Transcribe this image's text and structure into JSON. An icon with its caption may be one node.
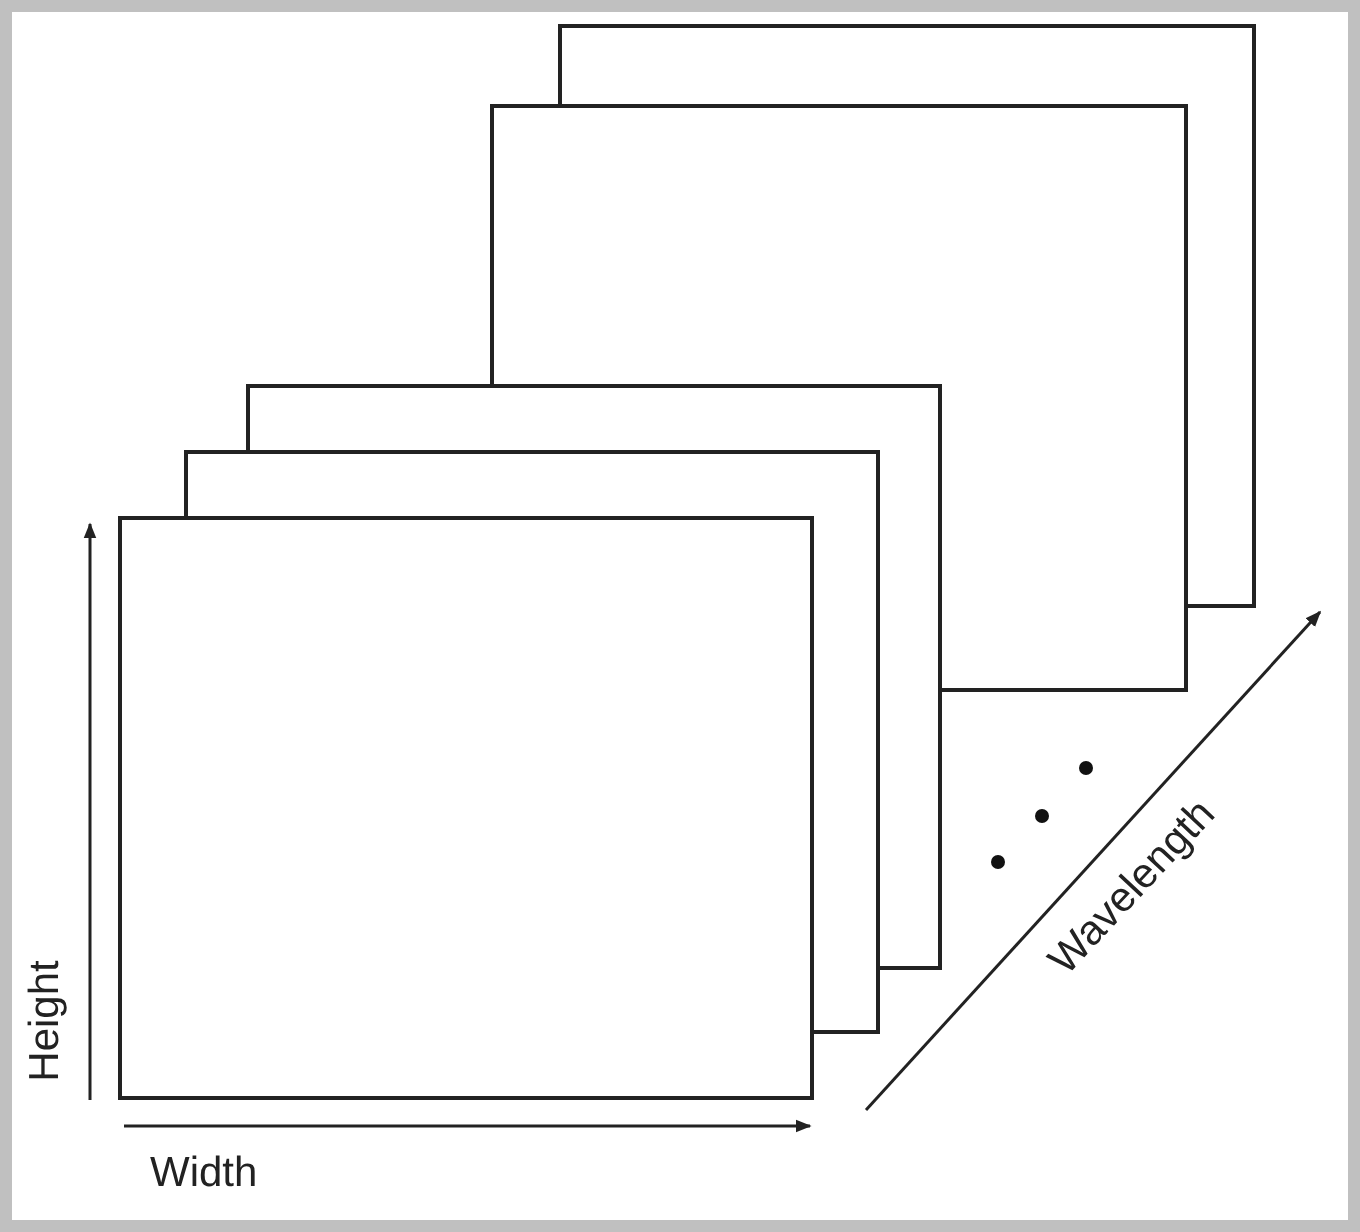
{
  "diagram": {
    "labels": [
      "Height",
      "Width",
      "Wavelength"
    ]
  }
}
